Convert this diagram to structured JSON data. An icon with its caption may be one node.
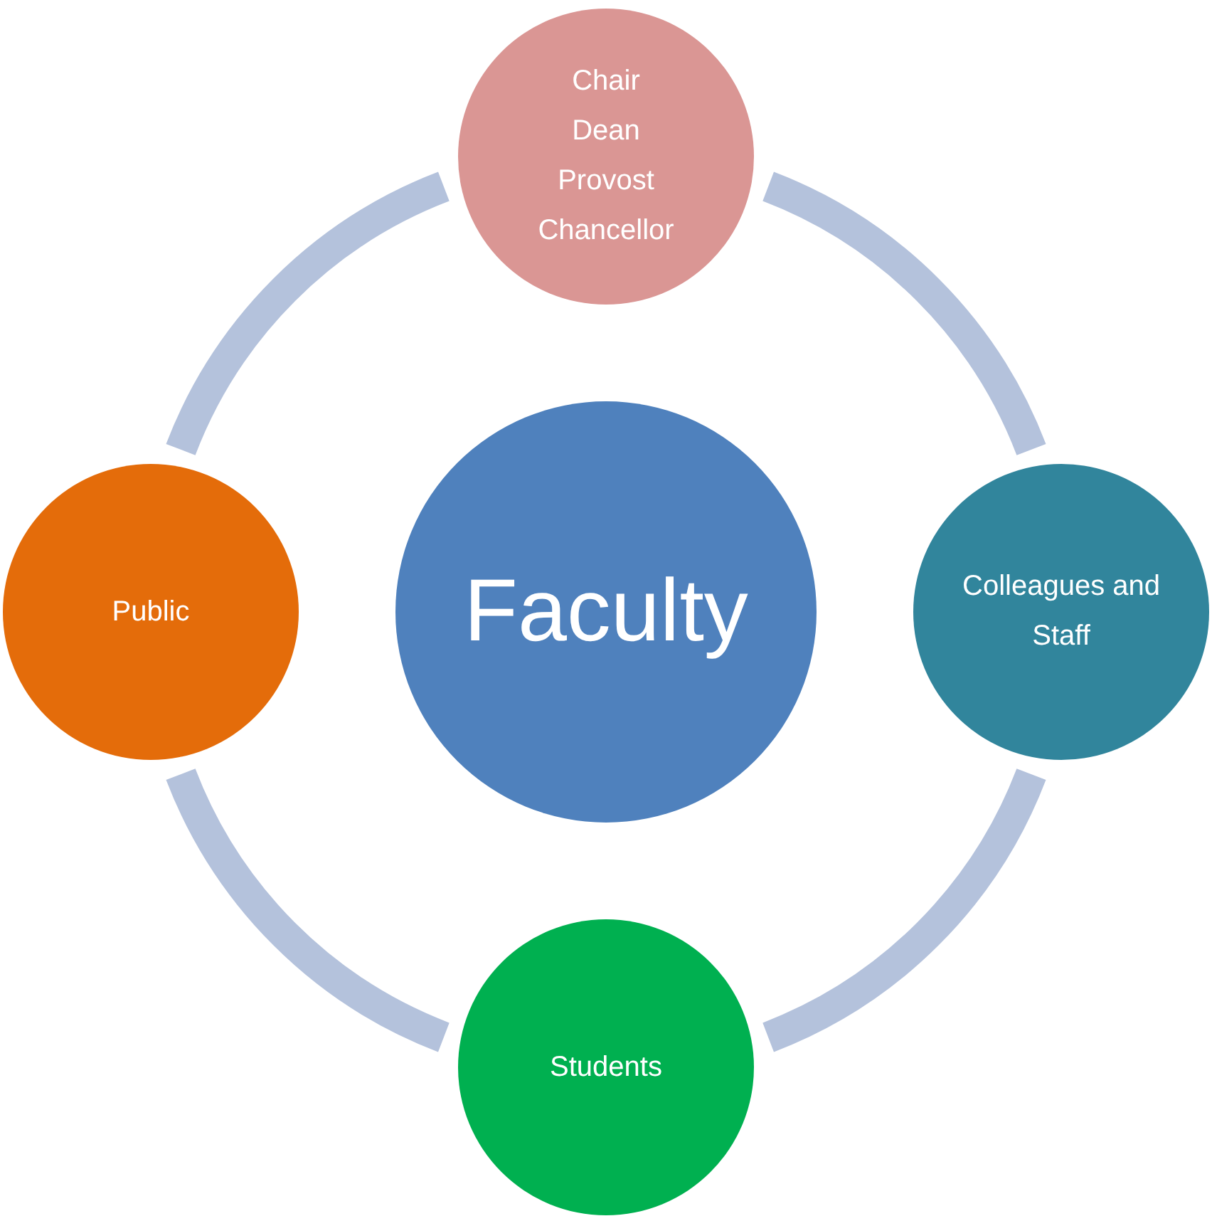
{
  "diagram": {
    "nodes": [
      {
        "text": [
          "Chair",
          "Dean",
          "Provost",
          "Chancellor"
        ]
      },
      {
        "text": [
          "Public"
        ]
      },
      {
        "text": [
          "Faculty"
        ]
      },
      {
        "text": [
          "Colleagues and Staff"
        ]
      },
      {
        "text": [
          "Students"
        ]
      }
    ],
    "edges": [
      {
        "from": 0,
        "to": 3,
        "arrow": "none"
      },
      {
        "from": 3,
        "to": 4,
        "arrow": "none"
      },
      {
        "from": 4,
        "to": 1,
        "arrow": "none"
      },
      {
        "from": 1,
        "to": 0,
        "arrow": "none"
      }
    ]
  }
}
